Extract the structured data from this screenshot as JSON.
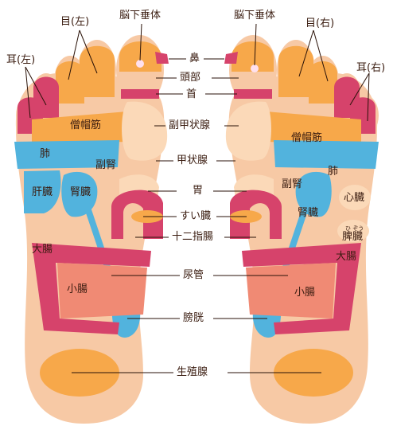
{
  "labels": {
    "pituitary": "脳下垂体",
    "eye_left": "目(左)",
    "eye_right": "目(右)",
    "ear_left": "耳(左)",
    "ear_right": "耳(右)",
    "nose": "鼻",
    "head": "頭部",
    "neck": "首",
    "trapezius": "僧帽筋",
    "parathyroid": "副甲状腺",
    "lung": "肺",
    "adrenal": "副腎",
    "thyroid": "甲状腺",
    "liver": "肝臓",
    "kidney": "腎臓",
    "heart": "心臓",
    "stomach": "胃",
    "pancreas": "すい臓",
    "spleen": "脾臓",
    "spleen_reading": "ひ ぞう",
    "duodenum": "十二指腸",
    "large_intestine": "大腸",
    "ureter": "尿管",
    "small_intestine": "小腸",
    "bladder": "膀胱",
    "gonads": "生殖腺"
  },
  "colors": {
    "skin": "#f7c9a5",
    "orange": "#f7a84a",
    "magenta": "#d6436b",
    "blue": "#52b3dd",
    "salmon": "#f08a74",
    "peach": "#fbd9b8"
  }
}
